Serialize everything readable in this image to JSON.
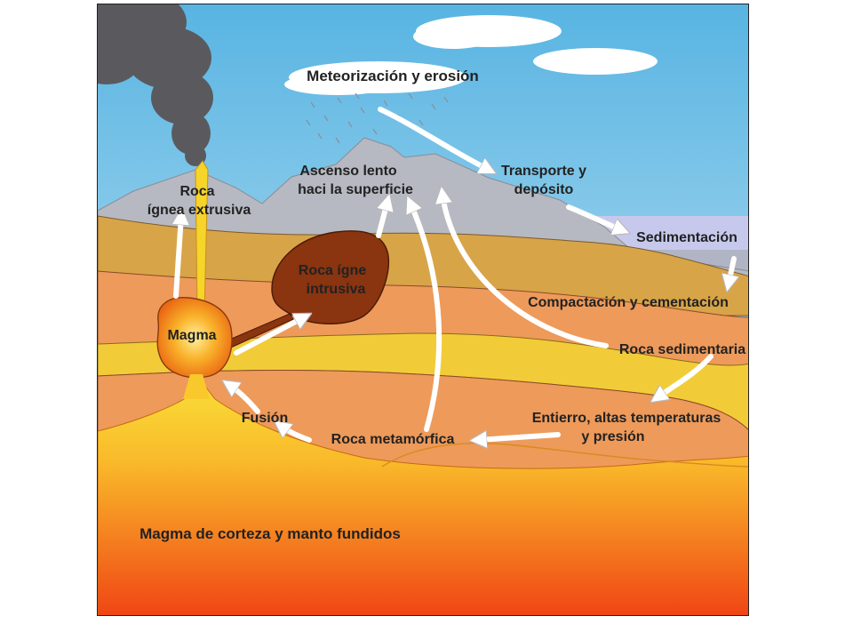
{
  "labels": {
    "meteorizacion": "Meteorización y erosión",
    "transporte_1": "Transporte y",
    "transporte_2": "depósito",
    "ascenso_1": "Ascenso lento",
    "ascenso_2": "haci la superficie",
    "roca_ignea_ext_1": "Roca",
    "roca_ignea_ext_2": "ígnea extrusiva",
    "sedimentacion": "Sedimentación",
    "roca_ignea_int_1": "Roca ígne",
    "roca_ignea_int_2": "intrusiva",
    "compactacion": "Compactación y cementación",
    "magma": "Magma",
    "roca_sedimentaria": "Roca sedimentaria",
    "entierro_1": "Entierro, altas temperaturas",
    "entierro_2": "y presión",
    "fusion": "Fusión",
    "roca_metamorfica": "Roca metamórfica",
    "magma_corteza": "Magma de corteza y manto fundidos"
  },
  "colors": {
    "sky": "#cfe8f5",
    "cloud": "#ffffff",
    "smoke": "#555555",
    "mountain": "#b4b8c0",
    "sea": "#c7c9ec",
    "layer_tan": "#d8a448",
    "layer_orange": "#ee9a5a",
    "layer_yellow": "#f2cc38",
    "intrusion": "#8a3410",
    "magma_core": "#f6a020",
    "mantle_top": "#f9d030",
    "mantle_bottom": "#f24a16",
    "arrow": "#ffffff"
  }
}
